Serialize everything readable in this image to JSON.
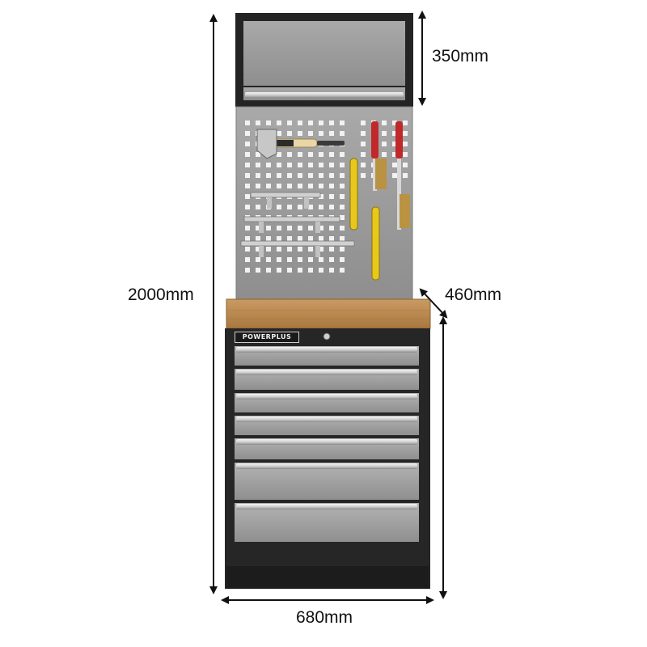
{
  "dimensions": {
    "height_total": "2000mm",
    "top_cabinet_height": "350mm",
    "depth": "460mm",
    "width": "680mm"
  },
  "brand": {
    "logo_text": "POWERPLUS"
  },
  "cabinet": {
    "drawer_count": 7
  },
  "colors": {
    "cabinet_body": "#2a2a2a",
    "panel_grey": "#9a9a9a",
    "worktop_wood": "#b88a55",
    "handle_chrome": "#dcdcdc",
    "brush_yellow": "#e8c81a",
    "brush_red": "#c0282a"
  }
}
